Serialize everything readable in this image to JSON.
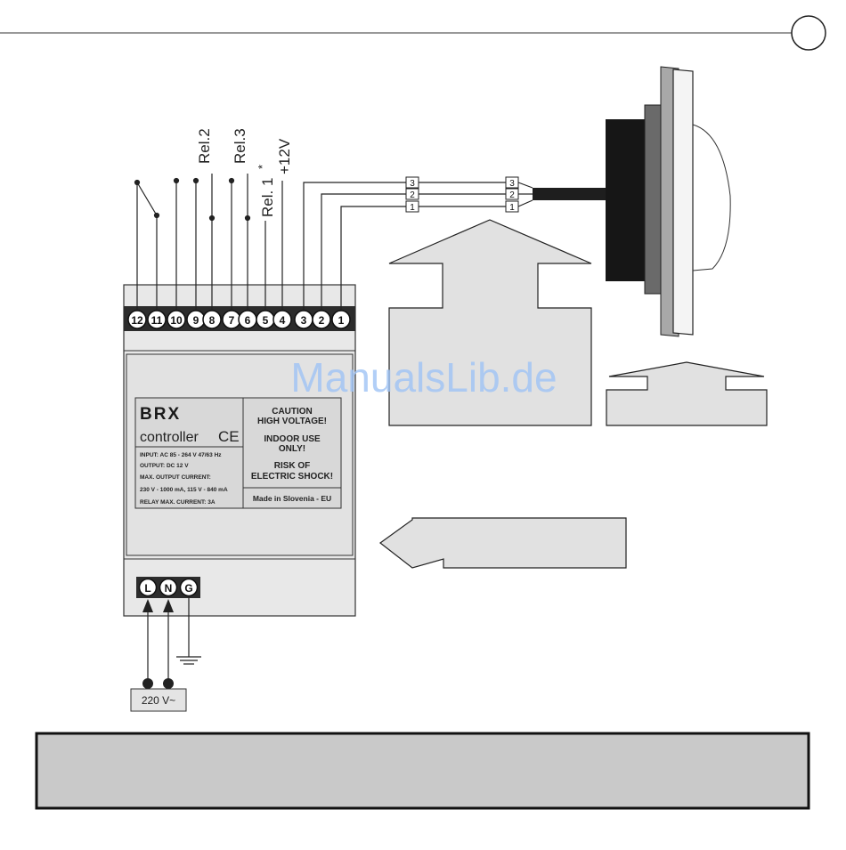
{
  "terminals_top": [
    {
      "num": "12"
    },
    {
      "num": "11"
    },
    {
      "num": "10"
    },
    {
      "num": "9"
    },
    {
      "num": "8"
    },
    {
      "num": "7"
    },
    {
      "num": "6"
    },
    {
      "num": "5"
    },
    {
      "num": "4"
    },
    {
      "num": "3"
    },
    {
      "num": "2"
    },
    {
      "num": "1"
    }
  ],
  "terminals_bottom": [
    {
      "label": "L"
    },
    {
      "label": "N"
    },
    {
      "label": "G"
    }
  ],
  "wire_labels": {
    "rel2": "Rel.2",
    "rel3": "Rel.3",
    "rel1": "Rel. 1",
    "rel1_mark": "*",
    "v12": "+12V"
  },
  "cable_markers": {
    "left": [
      "3",
      "2",
      "1"
    ],
    "right": [
      "3",
      "2",
      "1"
    ]
  },
  "label": {
    "logo": "BRX",
    "product": "controller",
    "ce": "CE",
    "specs": [
      "INPUT: AC 85 - 264 V 47/63 Hz",
      "OUTPUT: DC 12 V",
      "MAX. OUTPUT CURRENT:",
      "230 V - 1000 mA, 115 V - 840 mA",
      "RELAY MAX. CURRENT: 3A"
    ],
    "warn1a": "CAUTION",
    "warn1b": "HIGH VOLTAGE!",
    "warn2a": "INDOOR USE",
    "warn2b": "ONLY!",
    "warn3a": "RISK OF",
    "warn3b": "ELECTRIC SHOCK!",
    "made_in": "Made in Slovenia - EU"
  },
  "supply": "220 V~",
  "watermark": "ManualsLib.de",
  "colors": {
    "line": "#222222",
    "box_fill": "#e1e1e1",
    "device_fill": "#e8e8e8",
    "watermark": "#9fc3f5",
    "footer_fill": "#c9c9c9"
  }
}
